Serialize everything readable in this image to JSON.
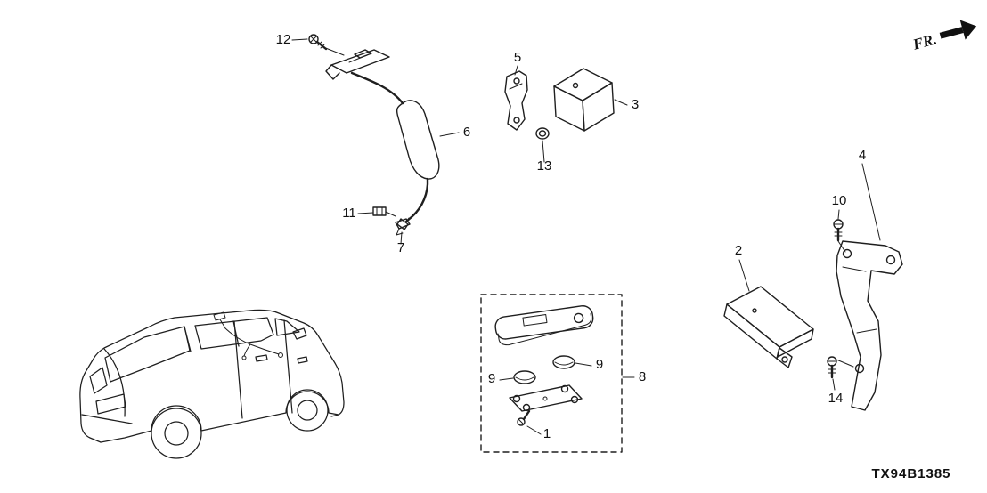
{
  "diagram": {
    "code": "TX94B1385",
    "direction": "FR.",
    "labels": {
      "p1": "1",
      "p2": "2",
      "p3": "3",
      "p4": "4",
      "p5": "5",
      "p6": "6",
      "p7": "7",
      "p8": "8",
      "p9": "9",
      "p10": "10",
      "p11": "11",
      "p12": "12",
      "p13": "13",
      "p14": "14"
    }
  }
}
